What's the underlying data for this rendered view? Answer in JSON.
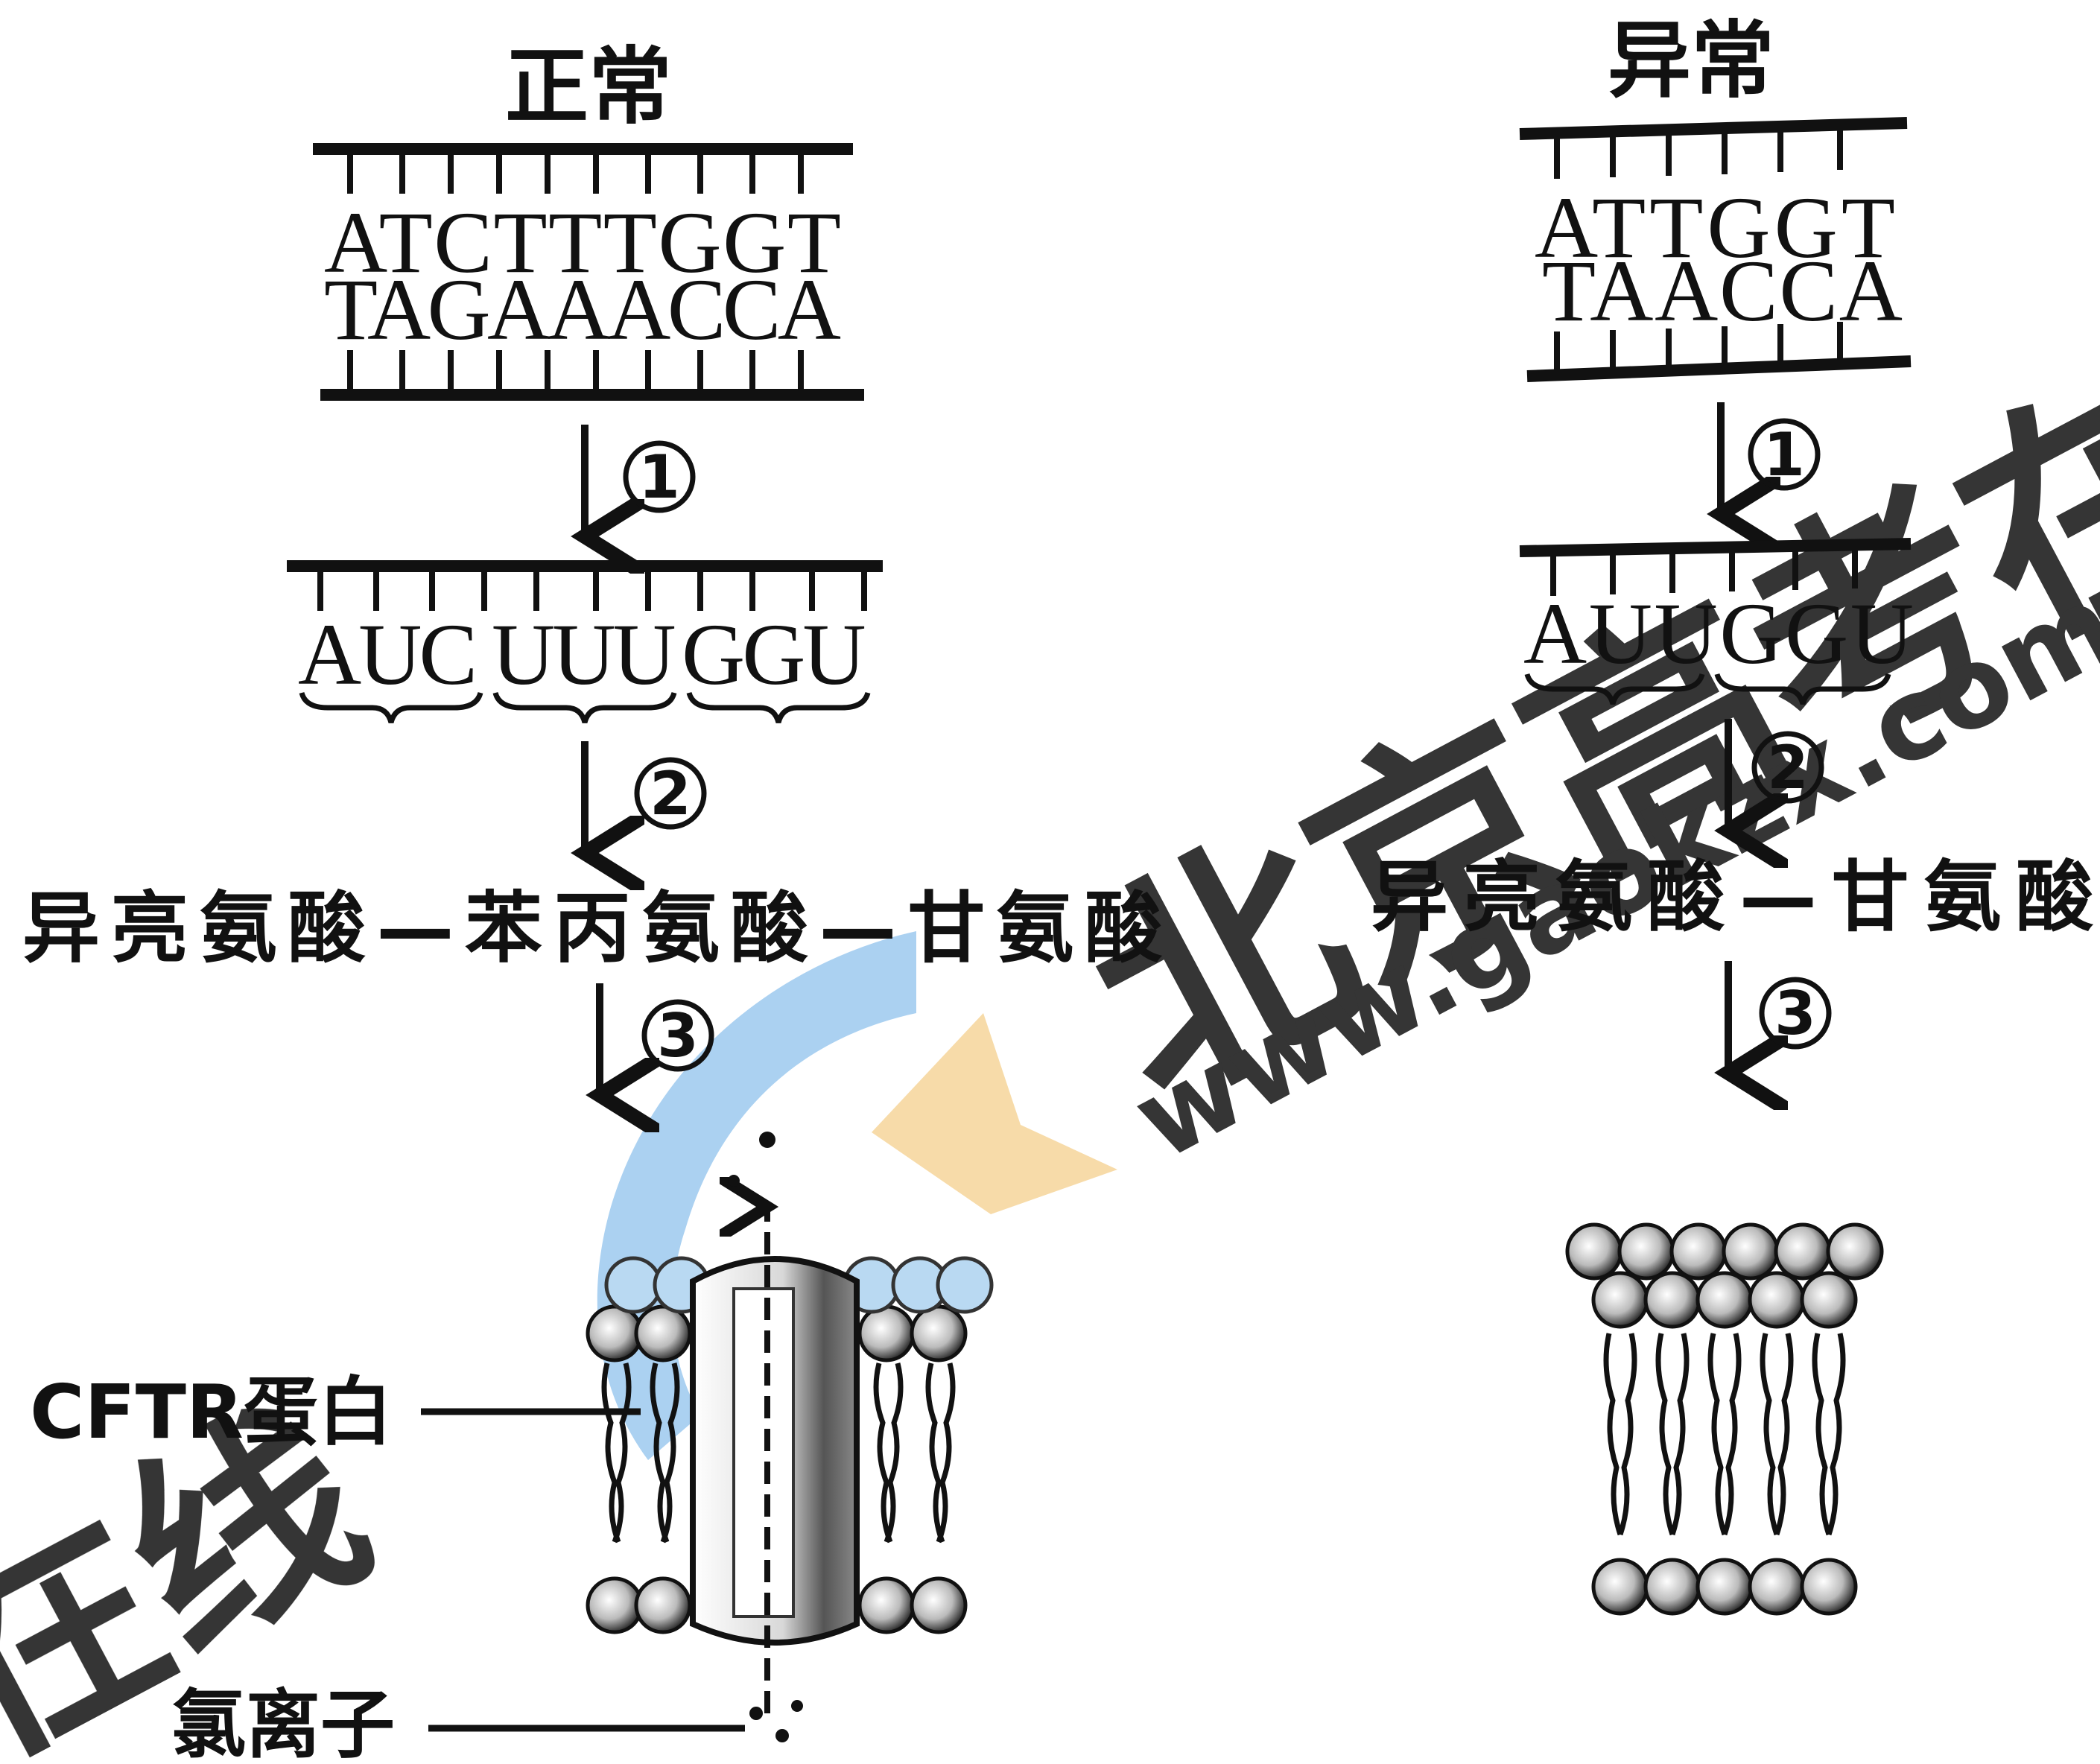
{
  "labels": {
    "normal": "正常",
    "abnormal": "异常",
    "cftr_protein": "CFTR蛋白",
    "chloride_ion": "氯离子"
  },
  "normal": {
    "dna_top": "ATCTTTGGT",
    "dna_bottom": "TAGAAACCA",
    "mrna_codons": [
      "AUC",
      "UUU",
      "GGU"
    ],
    "amino_acids": "异亮氨酸—苯丙氨酸—甘氨酸",
    "steps": [
      "①",
      "②",
      "③"
    ]
  },
  "abnormal": {
    "dna_top": "ATTGGT",
    "dna_bottom": "TAACCA",
    "mrna": "AUUGGU",
    "amino_acids": "异亮氨酸—甘氨酸",
    "steps": [
      "①",
      "②",
      "③"
    ]
  },
  "watermark": {
    "text": "北京高考在线",
    "url": "www.gaokzx.com",
    "color_blue": "#5aa0dc",
    "color_orange": "#f6c97a"
  }
}
